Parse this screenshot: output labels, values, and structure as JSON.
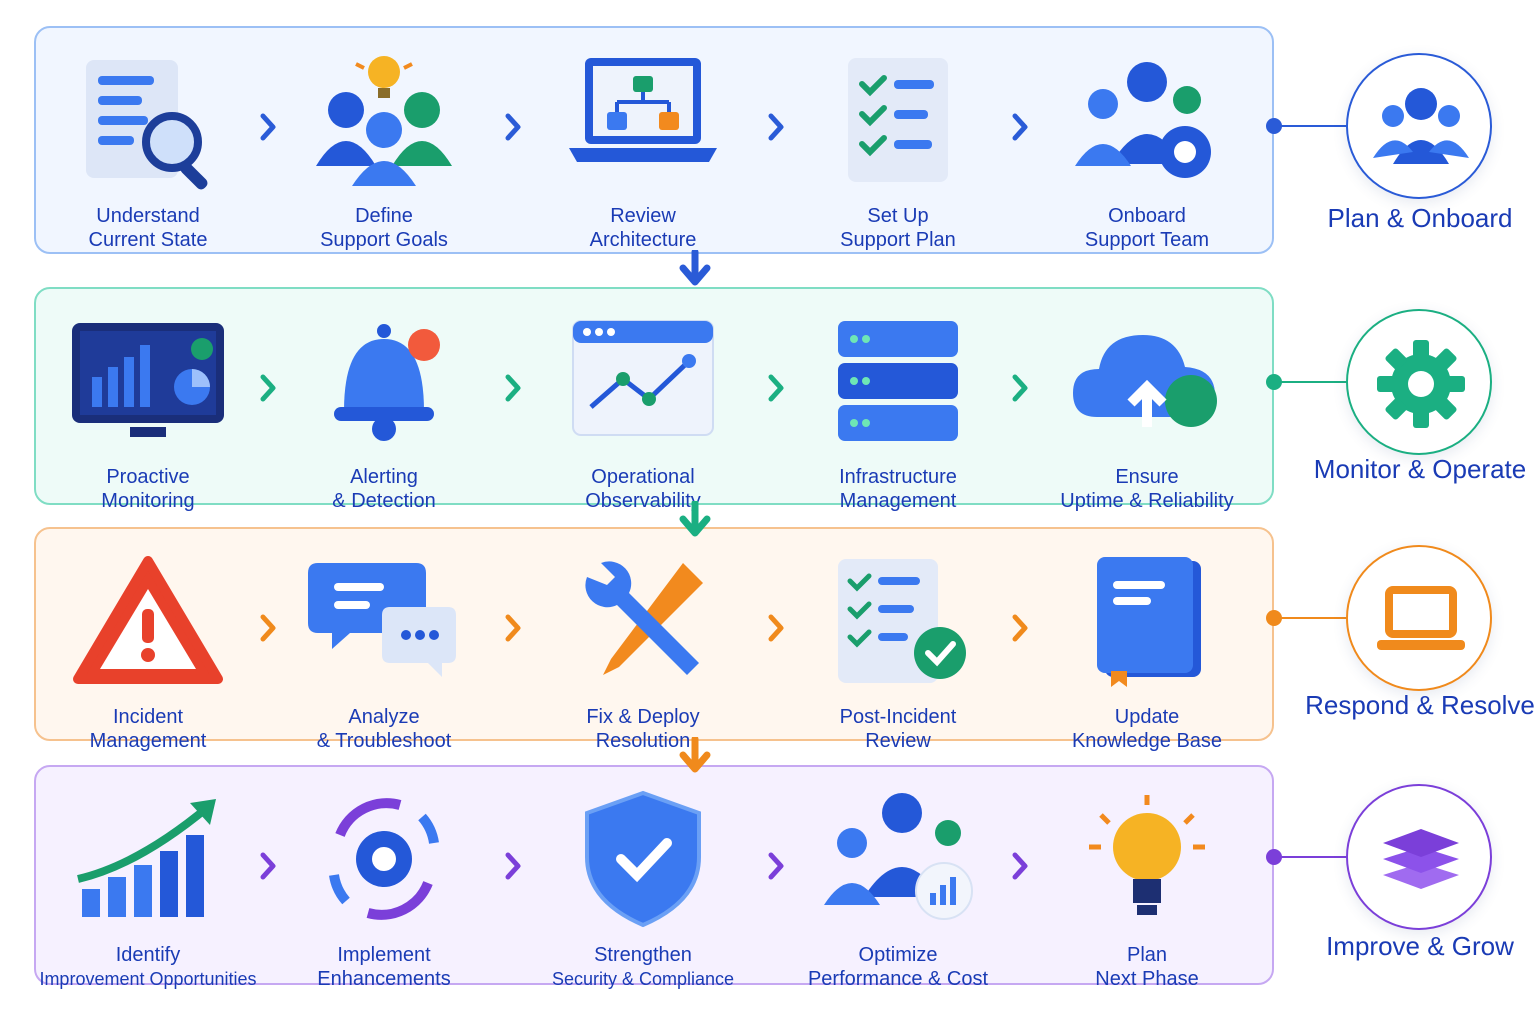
{
  "colors": {
    "blue": "#2A5BD7",
    "teal": "#1BAF82",
    "orange": "#F08A1C",
    "purple": "#7B3FD9",
    "text": "#1A3BB5"
  },
  "stages": [
    {
      "title": "Plan & Onboard",
      "badge_icon": "team-icon",
      "steps": [
        {
          "lines": [
            "Understand",
            "Current State"
          ],
          "icon": "document-search-icon"
        },
        {
          "lines": [
            "Define",
            "Support Goals"
          ],
          "icon": "team-idea-icon"
        },
        {
          "lines": [
            "Review",
            "Architecture"
          ],
          "icon": "laptop-architecture-icon"
        },
        {
          "lines": [
            "Set Up",
            "Support Plan"
          ],
          "icon": "checklist-icon"
        },
        {
          "lines": [
            "Onboard",
            "Support Team"
          ],
          "icon": "team-gear-icon"
        }
      ]
    },
    {
      "title": "Monitor & Operate",
      "badge_icon": "gear-icon",
      "steps": [
        {
          "lines": [
            "Proactive",
            "Monitoring"
          ],
          "icon": "monitor-dashboard-icon"
        },
        {
          "lines": [
            "Alerting",
            "& Detection"
          ],
          "icon": "bell-icon"
        },
        {
          "lines": [
            "Operational",
            "Observability"
          ],
          "icon": "browser-chart-icon"
        },
        {
          "lines": [
            "Infrastructure",
            "Management"
          ],
          "icon": "server-stack-icon"
        },
        {
          "lines": [
            "Ensure",
            "Uptime & Reliability"
          ],
          "icon": "cloud-upload-icon"
        }
      ]
    },
    {
      "title": "Respond & Resolve",
      "badge_icon": "laptop-icon",
      "steps": [
        {
          "lines": [
            "Incident",
            "Management"
          ],
          "icon": "warning-icon"
        },
        {
          "lines": [
            "Analyze",
            "& Troubleshoot"
          ],
          "icon": "chat-bubbles-icon"
        },
        {
          "lines": [
            "Fix & Deploy",
            "Resolution"
          ],
          "icon": "wrench-screwdriver-icon"
        },
        {
          "lines": [
            "Post-Incident",
            "Review"
          ],
          "icon": "checklist-approved-icon"
        },
        {
          "lines": [
            "Update",
            "Knowledge Base"
          ],
          "icon": "book-icon"
        }
      ]
    },
    {
      "title": "Improve & Grow",
      "badge_icon": "layers-icon",
      "steps": [
        {
          "lines": [
            "Identify",
            "Improvement Opportunities"
          ],
          "icon": "growth-chart-icon"
        },
        {
          "lines": [
            "Implement",
            "Enhancements"
          ],
          "icon": "gear-cycle-icon"
        },
        {
          "lines": [
            "Strengthen",
            "Security & Compliance"
          ],
          "icon": "shield-check-icon"
        },
        {
          "lines": [
            "Optimize",
            "Performance & Cost"
          ],
          "icon": "team-analytics-icon"
        },
        {
          "lines": [
            "Plan",
            "Next Phase"
          ],
          "icon": "lightbulb-icon"
        }
      ]
    }
  ]
}
